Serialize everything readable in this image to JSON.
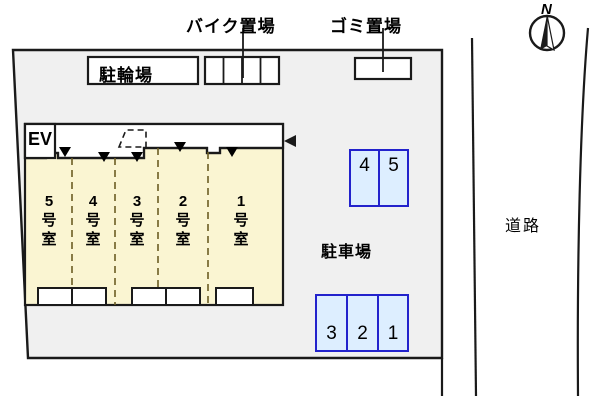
{
  "figure": {
    "type": "site-plan",
    "title_labels": {
      "bike_parking": "バイク置場",
      "garbage_area": "ゴミ置場"
    }
  },
  "site": {
    "bicycle_parking_label": "駐輪場",
    "bike_stall_count": 4,
    "garbage_box_label": "",
    "parking_lot_label": "駐車場"
  },
  "building": {
    "elevator_label": "EV",
    "entrance_arrow_count": 6,
    "rooms": [
      {
        "number": "5",
        "label_lines": [
          "5",
          "号",
          "室"
        ]
      },
      {
        "number": "4",
        "label_lines": [
          "4",
          "号",
          "室"
        ]
      },
      {
        "number": "3",
        "label_lines": [
          "3",
          "号",
          "室"
        ]
      },
      {
        "number": "2",
        "label_lines": [
          "2",
          "号",
          "室"
        ]
      },
      {
        "number": "1",
        "label_lines": [
          "1",
          "号",
          "室"
        ]
      }
    ]
  },
  "parking": {
    "upper_stalls": [
      "4",
      "5"
    ],
    "lower_stalls": [
      "3",
      "2",
      "1"
    ]
  },
  "road": {
    "label": "道路"
  },
  "compass": {
    "label": "N"
  },
  "colors": {
    "site_fill": "#f0f0f0",
    "building_fill": "#faf5d2",
    "stall_fill": "#ddeeff",
    "stall_stroke": "#2222cc",
    "line": "#1a1a1a",
    "white": "#ffffff"
  }
}
